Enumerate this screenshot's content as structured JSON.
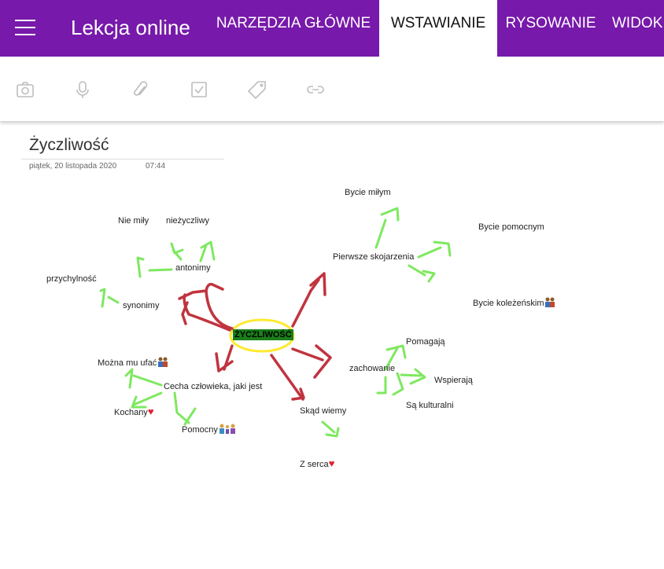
{
  "app": {
    "title": "Lekcja online",
    "menu_icon": "hamburger-icon"
  },
  "tabs": [
    {
      "label": "NARZĘDZIA GŁÓWNE"
    },
    {
      "label": "WSTAWIANIE",
      "active": true
    },
    {
      "label": "RYSOWANIE"
    },
    {
      "label": "WIDOK"
    }
  ],
  "toolbar": [
    "camera-icon",
    "microphone-icon",
    "paperclip-icon",
    "checkbox-icon",
    "tag-icon",
    "link-icon"
  ],
  "page": {
    "title": "Życzliwość",
    "date": "piątek, 20 listopada 2020",
    "time": "07:44"
  },
  "mindmap": {
    "center": "ŻYCZLIWOŚĆ",
    "antonimy": "antonimy",
    "nie_mily": "Nie miły",
    "niezyczliwy": "nieżyczliwy",
    "synonimy": "synonimy",
    "przychylnosc": "przychylność",
    "pierwsze": "Pierwsze skojarzenia",
    "bycie_milym": "Bycie miłym",
    "bycie_pomocnym": "Bycie pomocnym",
    "bycie_kolezenskim": "Bycie koleżeńskim",
    "cecha": "Cecha człowieka, jaki jest",
    "mozna_ufac": "Można mu ufać",
    "kochany": "Kochany",
    "pomocny": "Pomocny",
    "skad": "Skąd wiemy",
    "z_serca": "Z serca",
    "zachowanie": "zachowanie",
    "pomagaja": "Pomagają",
    "wspieraja": "Wspierają",
    "kulturalni": "Są kulturalni"
  },
  "colors": {
    "brand": "#7719aa",
    "red_ink": "#c0343f",
    "green_ink": "#7ee860",
    "highlight": "#ffe930"
  }
}
